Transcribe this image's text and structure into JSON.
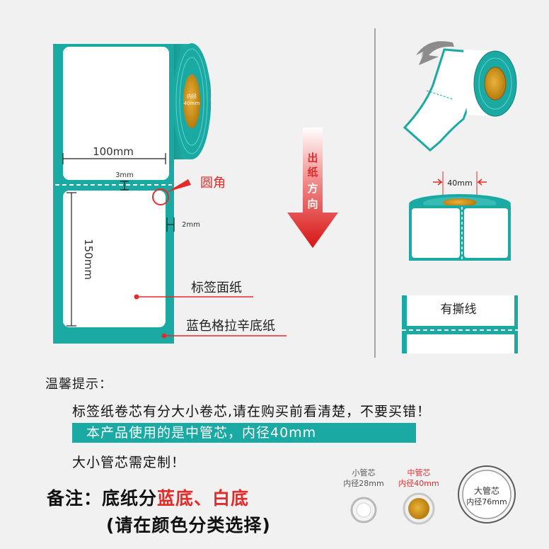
{
  "diagram": {
    "width_label": "100mm",
    "gap_label": "3mm",
    "corner_label": "圆角",
    "margin_label": "2mm",
    "height_label": "150mm",
    "face_label": "标签面纸",
    "backing_label": "蓝色格拉辛底纸",
    "core_label_line1": "内径",
    "core_label_line2": "40mm",
    "direction_chars": [
      "出",
      "纸",
      "方",
      "向"
    ],
    "inner_diameter_label": "40mm",
    "tear_label": "有撕线"
  },
  "tips": {
    "title": "温馨提示：",
    "line1": "标签纸卷芯有分大小卷芯,请在购买前看清楚，不要买错！",
    "highlight": "本产品使用的是中管芯，内径40mm",
    "line3": "大小管芯需定制！"
  },
  "note": {
    "prefix": "备注：底纸分",
    "blue": "蓝底",
    "sep": "、",
    "white": "白底",
    "line2": "(请在颜色分类选择)"
  },
  "cores": {
    "small": {
      "name": "小管芯",
      "spec": "内径28mm"
    },
    "medium": {
      "name": "中管芯",
      "spec": "内径40mm"
    },
    "large": {
      "name": "大管芯",
      "spec": "内径76mm"
    }
  },
  "colors": {
    "teal": "#1aa9a3",
    "red": "#e52a2a",
    "gold": "#c98a12"
  }
}
